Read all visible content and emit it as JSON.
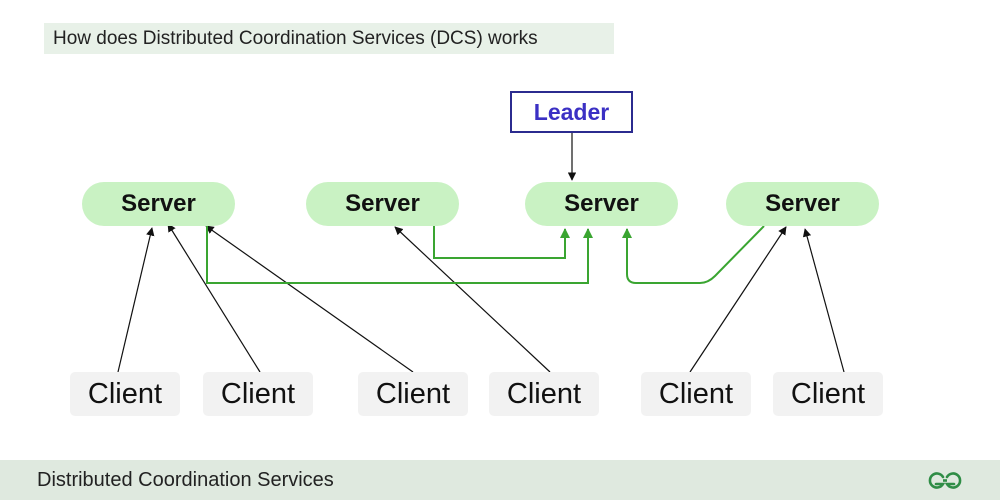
{
  "title": "How does Distributed Coordination Services (DCS) works",
  "leader_label": "Leader",
  "servers": [
    "Server",
    "Server",
    "Server",
    "Server"
  ],
  "clients": [
    "Client",
    "Client",
    "Client",
    "Client",
    "Client",
    "Client"
  ],
  "footer": {
    "label": "Distributed Coordination Services",
    "logo_icon": "gfg-logo-icon"
  },
  "colors": {
    "server_fill": "#c9f2c3",
    "green_line": "#3aa531",
    "leader_border": "#2b2b8f",
    "leader_text": "#3b30c4",
    "client_fill": "#f2f2f2",
    "banner_fill": "#e8f1e8",
    "footer_fill": "#dfe9df",
    "logo": "#2f8d46"
  }
}
